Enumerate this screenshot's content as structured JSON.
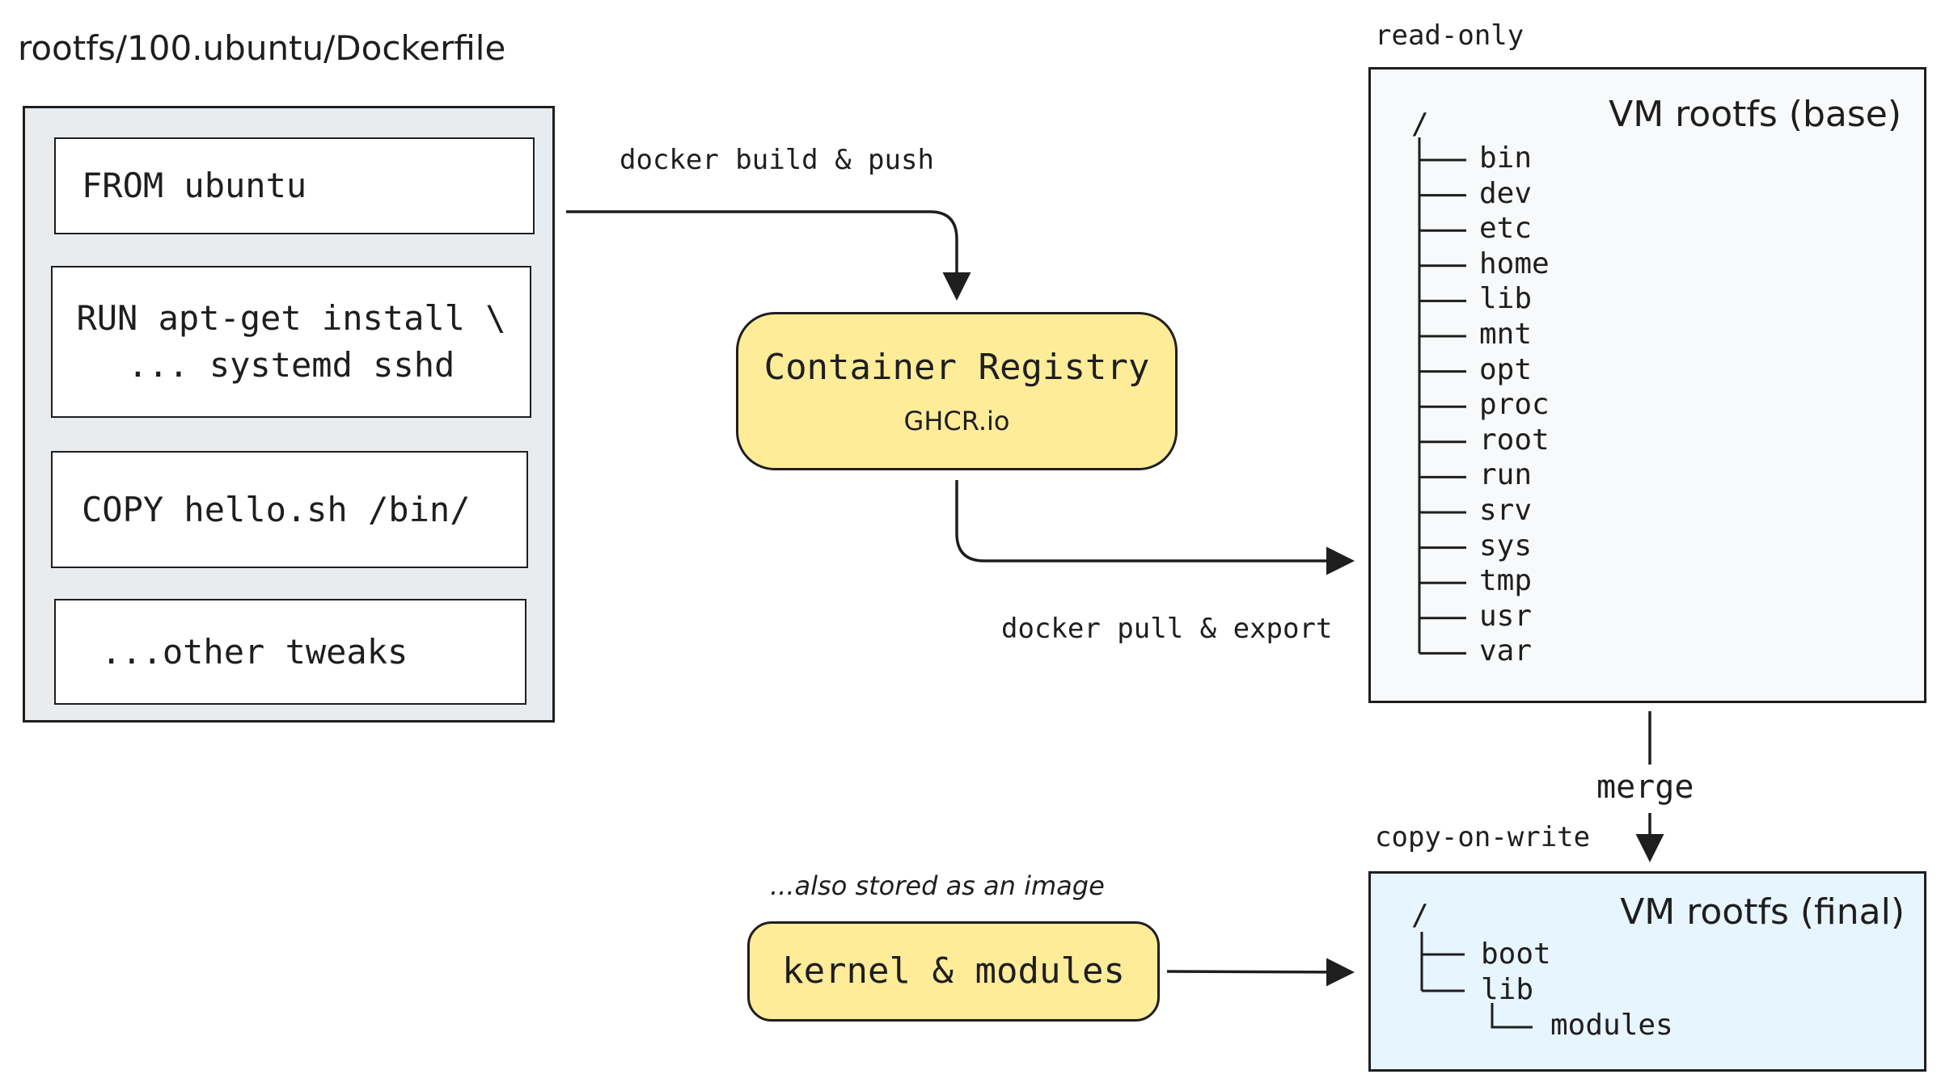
{
  "dockerfile": {
    "title": "rootfs/100.ubuntu/Dockerfile",
    "steps": [
      {
        "line1": "FROM ubuntu"
      },
      {
        "line1": "RUN apt-get install \\",
        "line2": "... systemd sshd"
      },
      {
        "line1": "COPY hello.sh /bin/"
      },
      {
        "line1": "...other tweaks"
      }
    ]
  },
  "registry": {
    "title": "Container Registry",
    "subtitle": "GHCR.io"
  },
  "arrows": {
    "build_push": "docker build & push",
    "pull_export": "docker pull & export",
    "merge": "merge"
  },
  "base_rootfs": {
    "tag": "read-only",
    "title": "VM rootfs (base)",
    "root": "/",
    "dirs": [
      "bin",
      "dev",
      "etc",
      "home",
      "lib",
      "mnt",
      "opt",
      "proc",
      "root",
      "run",
      "srv",
      "sys",
      "tmp",
      "usr",
      "var"
    ]
  },
  "final_rootfs": {
    "tag": "copy-on-write",
    "title": "VM rootfs (final)",
    "root": "/",
    "dirs": [
      "boot",
      "lib"
    ],
    "subdir": "modules"
  },
  "kernel": {
    "note": "...also stored as an image",
    "label": "kernel & modules"
  },
  "colors": {
    "stroke": "#1e1e1e",
    "dockerfile_bg": "#e9ecef",
    "yellow": "#ffec99",
    "base_bg": "#f8f9fa",
    "final_bg": "#e7f5ff"
  }
}
